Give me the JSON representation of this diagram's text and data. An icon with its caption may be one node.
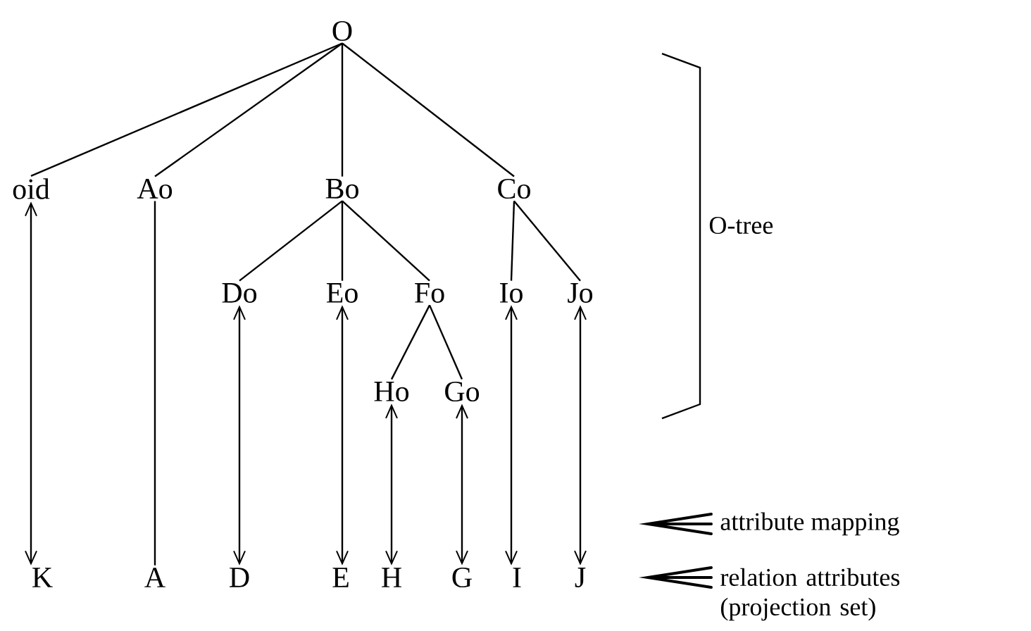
{
  "diagram": {
    "nodes": [
      {
        "text": [
          "O"
        ]
      },
      {
        "text": [
          "oid"
        ]
      },
      {
        "text": [
          "Ao"
        ]
      },
      {
        "text": [
          "Bo"
        ]
      },
      {
        "text": [
          "Co"
        ]
      },
      {
        "text": [
          "Do"
        ]
      },
      {
        "text": [
          "Eo"
        ]
      },
      {
        "text": [
          "Fo"
        ]
      },
      {
        "text": [
          "Io"
        ]
      },
      {
        "text": [
          "Jo"
        ]
      },
      {
        "text": [
          "Ho"
        ]
      },
      {
        "text": [
          "Go"
        ]
      },
      {
        "text": [
          "K"
        ]
      },
      {
        "text": [
          "A"
        ]
      },
      {
        "text": [
          "D"
        ]
      },
      {
        "text": [
          "E"
        ]
      },
      {
        "text": [
          "H"
        ]
      },
      {
        "text": [
          "G"
        ]
      },
      {
        "text": [
          "I"
        ]
      },
      {
        "text": [
          "J"
        ]
      }
    ],
    "edges": [
      {
        "from": 0,
        "to": 1,
        "arrow": "none"
      },
      {
        "from": 0,
        "to": 2,
        "arrow": "none"
      },
      {
        "from": 0,
        "to": 3,
        "arrow": "none"
      },
      {
        "from": 0,
        "to": 4,
        "arrow": "none"
      },
      {
        "from": 3,
        "to": 5,
        "arrow": "none"
      },
      {
        "from": 3,
        "to": 6,
        "arrow": "none"
      },
      {
        "from": 3,
        "to": 7,
        "arrow": "none"
      },
      {
        "from": 4,
        "to": 8,
        "arrow": "none"
      },
      {
        "from": 4,
        "to": 9,
        "arrow": "none"
      },
      {
        "from": 7,
        "to": 10,
        "arrow": "none"
      },
      {
        "from": 7,
        "to": 11,
        "arrow": "none"
      },
      {
        "from": 1,
        "to": 12,
        "arrow": "both"
      },
      {
        "from": 2,
        "to": 13,
        "arrow": "none"
      },
      {
        "from": 5,
        "to": 14,
        "arrow": "both"
      },
      {
        "from": 6,
        "to": 15,
        "arrow": "both"
      },
      {
        "from": 10,
        "to": 16,
        "arrow": "both"
      },
      {
        "from": 11,
        "to": 17,
        "arrow": "both"
      },
      {
        "from": 8,
        "to": 18,
        "arrow": "both"
      },
      {
        "from": 9,
        "to": 19,
        "arrow": "both"
      }
    ],
    "labels": [
      "O-tree",
      "attribute mapping",
      "relation attributes (projection set)"
    ]
  }
}
